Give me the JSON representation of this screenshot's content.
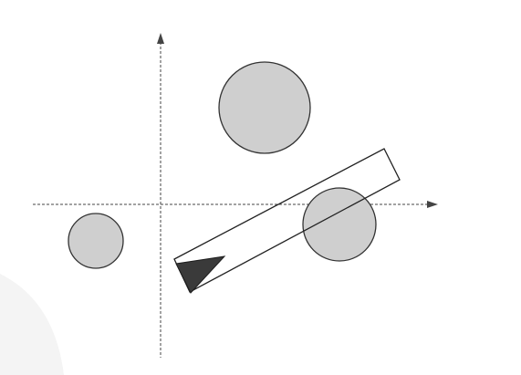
{
  "figure": {
    "axes": {
      "horizontal": {
        "color": "#444444",
        "style": "dashed",
        "arrowhead": "right"
      },
      "vertical": {
        "color": "#444444",
        "style": "dashed",
        "arrowhead": "top"
      }
    },
    "obstacles": [
      {
        "label": "",
        "shape": "circle",
        "fill": "#cfcfcf"
      },
      {
        "label": "",
        "shape": "circle",
        "fill": "#cfcfcf"
      },
      {
        "label": "",
        "shape": "circle",
        "fill": "#cfcfcf"
      }
    ],
    "sweep_rectangle": {
      "shape": "rotated-rectangle",
      "stroke": "#222222"
    },
    "robot": {
      "shape": "triangle",
      "fill": "#3a3a3a"
    }
  }
}
